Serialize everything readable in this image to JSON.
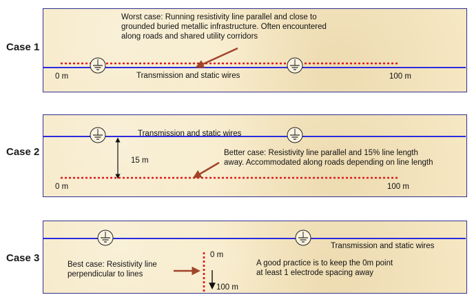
{
  "case1": {
    "label": "Case 1",
    "note_lines": [
      "Worst case:  Running resistivity line parallel and close to",
      "grounded buried metallic infrastructure.  Often encountered",
      "along roads and shared utility corridors"
    ],
    "start_label": "0 m",
    "end_label": "100 m",
    "wire_label": "Transmission and static wires"
  },
  "case2": {
    "label": "Case 2",
    "wire_label": "Transmission and static wires",
    "offset_label": "15 m",
    "note_lines": [
      "Better case:  Resistivity line parallel and 15% line length",
      "away.  Accommodated along roads depending on line length"
    ],
    "start_label": "0 m",
    "end_label": "100 m"
  },
  "case3": {
    "label": "Case 3",
    "wire_label": "Transmission and static wires",
    "note_lines": [
      "Best case:  Resistivity line",
      "perpendicular to lines"
    ],
    "practice_lines": [
      "A good practice is to keep the 0m point",
      "at least 1 electrode spacing away"
    ],
    "start_label": "0 m",
    "end_label": "100 m"
  },
  "colors": {
    "wire": "#2a2ae0",
    "resistivity_line": "#e01818",
    "arrow": "#a0442a",
    "panel_border": "#2f2f8f",
    "panel_fill": "#f6e8c4"
  },
  "icons": [
    "ground-icon"
  ]
}
